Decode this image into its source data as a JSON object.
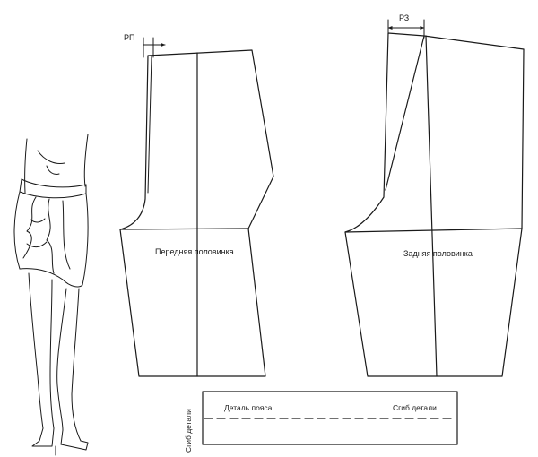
{
  "labels": {
    "front_allowance": "РП",
    "back_allowance": "РЗ",
    "front_half": "Передняя половинка",
    "back_half": "Задняя половинка",
    "waistband": "Деталь пояса",
    "fold_piece": "Сгиб детали",
    "fold_side": "Сгиб детали"
  }
}
